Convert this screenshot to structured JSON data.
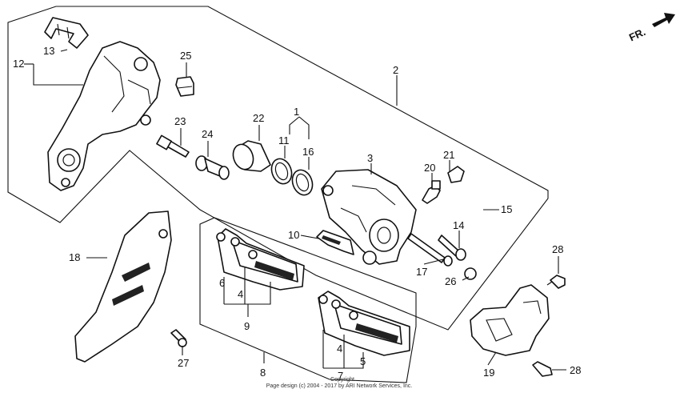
{
  "direction_label": "FR.",
  "callouts": {
    "c1": "1",
    "c2": "2",
    "c3": "3",
    "c4a": "4",
    "c4b": "4",
    "c5": "5",
    "c6": "6",
    "c7": "7",
    "c8": "8",
    "c9": "9",
    "c10": "10",
    "c11": "11",
    "c12": "12",
    "c13": "13",
    "c14": "14",
    "c15": "15",
    "c16": "16",
    "c17": "17",
    "c18": "18",
    "c19": "19",
    "c20": "20",
    "c21": "21",
    "c22": "22",
    "c23": "23",
    "c24": "24",
    "c25": "25",
    "c26": "26",
    "c27": "27",
    "c28a": "28",
    "c28b": "28"
  },
  "copyright": {
    "line1": "Copyright",
    "line2": "Page design (c) 2004 - 2017 by ARI Network Services, Inc."
  }
}
